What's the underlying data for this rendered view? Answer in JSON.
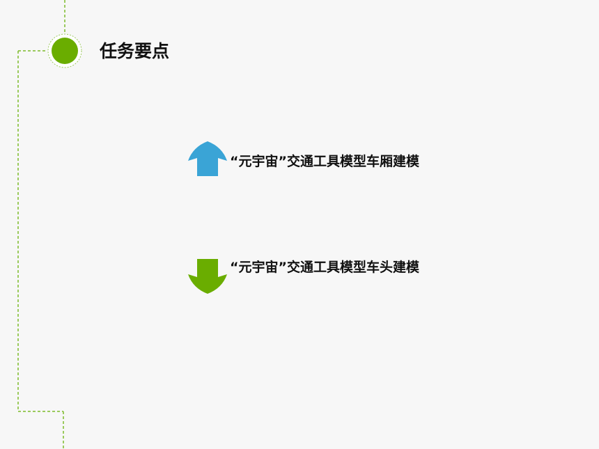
{
  "header": {
    "title": "任务要点"
  },
  "points": [
    {
      "text": "“元宇宙”交通工具模型车厢建模",
      "icon": "arrow-up-icon",
      "color": "#3aa4d6"
    },
    {
      "text": "“元宇宙”交通工具模型车头建模",
      "icon": "arrow-down-icon",
      "color": "#6aad00"
    }
  ],
  "theme": {
    "accent_green": "#6aad00",
    "accent_blue": "#3aa4d6",
    "background": "#f7f7f7"
  }
}
